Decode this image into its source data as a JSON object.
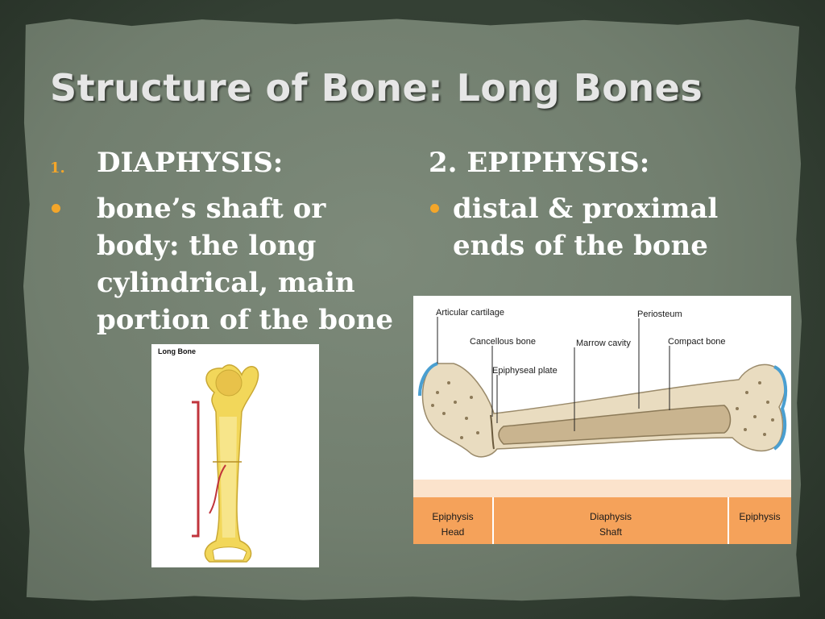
{
  "title": "Structure of Bone: Long Bones",
  "left_column": {
    "number": "1.",
    "heading": "DIAPHYSIS:",
    "bullet_lines": [
      "bone’s shaft or",
      "body: the long",
      "cylindrical, main",
      "portion of the bone"
    ]
  },
  "right_column": {
    "heading": "2. EPIPHYSIS:",
    "bullet_lines": [
      "distal & proximal",
      "ends of the bone"
    ]
  },
  "small_figure": {
    "label": "Long Bone"
  },
  "big_figure": {
    "labels": {
      "articular_cartilage": "Articular cartilage",
      "periosteum": "Periosteum",
      "cancellous_bone": "Cancellous bone",
      "marrow_cavity": "Marrow cavity",
      "compact_bone": "Compact bone",
      "epiphyseal_plate": "Epiphyseal plate"
    },
    "bands": {
      "left_1": "Epiphysis",
      "left_2": "Head",
      "mid_1": "Diaphysis",
      "mid_2": "Shaft",
      "right_1": "Epiphysis"
    }
  },
  "colors": {
    "accent": "#f4a62a",
    "bone_yellow": "#f2d75a",
    "cartilage_blue": "#4a9fd1",
    "band_orange": "#f5a25a"
  }
}
